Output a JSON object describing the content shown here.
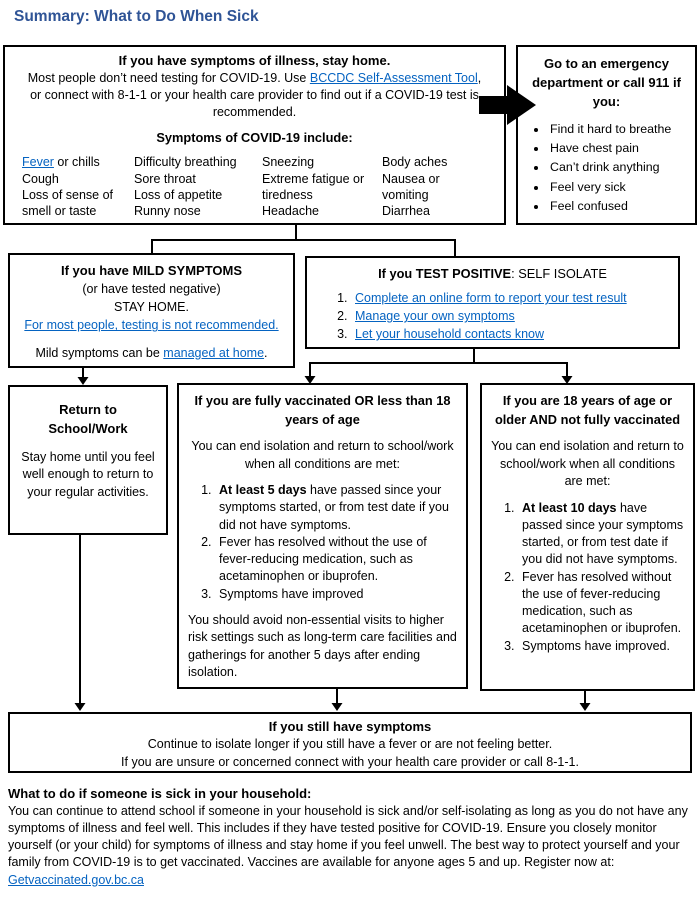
{
  "colors": {
    "title": "#2F5496",
    "link": "#0563C1",
    "border": "#000000"
  },
  "title": "Summary: What to Do When Sick",
  "main_box": {
    "heading": "If you have symptoms of illness, stay home.",
    "intro_pre": "Most people don’t need testing for COVID-19. Use ",
    "intro_link": "BCCDC Self-Assessment Tool",
    "intro_post": ", or connect with 8-1-1 or your health care provider to find out if a COVID-19 test is recommended.",
    "symptoms_heading": "Symptoms of COVID-19 include:",
    "symptoms": {
      "col1_item1_link": "Fever",
      "col1_item1_rest": " or chills",
      "col1": [
        "Cough",
        "Loss of sense of smell or taste"
      ],
      "col2": [
        "Difficulty breathing",
        "Sore throat",
        "Loss of appetite",
        "Runny nose"
      ],
      "col3": [
        "Sneezing",
        "Extreme fatigue or tiredness",
        "Headache"
      ],
      "col4": [
        "Body aches",
        "Nausea or vomiting",
        "Diarrhea"
      ]
    }
  },
  "emergency_box": {
    "heading": "Go to an emergency department or call 911 if you:",
    "bullets": [
      "Find it hard to breathe",
      "Have chest pain",
      "Can’t drink anything",
      "Feel very sick",
      "Feel confused"
    ]
  },
  "mild_box": {
    "heading": "If you have MILD SYMPTOMS",
    "line2": "(or have tested negative)",
    "line3": "STAY HOME.",
    "link_line": "For most people, testing is not recommended.",
    "last_pre": "Mild symptoms can be ",
    "last_link": "managed at home",
    "last_post": "."
  },
  "positive_box": {
    "heading_bold": "If you TEST POSITIVE",
    "heading_rest": ": SELF ISOLATE",
    "items": [
      "Complete an online form to report your test result",
      "Manage your own symptoms",
      "Let your household contacts know"
    ]
  },
  "return_box": {
    "heading_line1": "Return to",
    "heading_line2": "School/Work",
    "body": "Stay home until you feel well enough to return to your regular activities."
  },
  "vaccinated_box": {
    "heading": "If you are fully vaccinated OR less than 18 years of age",
    "intro": "You can end isolation and return to school/work when all conditions are met:",
    "item1_bold": "At least 5 days",
    "item1_rest": " have passed since your symptoms started, or from test date if you did not have symptoms.",
    "item2": "Fever has resolved without the use of fever-reducing medication, such as acetaminophen or ibuprofen.",
    "item3": "Symptoms have improved",
    "outro": "You should avoid non-essential visits to higher risk settings such as long-term care facilities and gatherings for another 5 days after ending isolation."
  },
  "unvaccinated_box": {
    "heading": "If you are 18 years of age or older AND not fully vaccinated",
    "intro": "You can end isolation and return to school/work when all conditions are met:",
    "item1_bold": "At least 10 days",
    "item1_rest": " have passed since your symptoms started, or from test date if you did not have symptoms.",
    "item2": "Fever has resolved without the use of fever-reducing medication, such as acetaminophen or ibuprofen.",
    "item3": "Symptoms have improved."
  },
  "still_box": {
    "heading": "If you still have symptoms",
    "line1": "Continue to isolate longer if you still have a fever or are not feeling better.",
    "line2": "If you are unsure or concerned connect with your health care provider or call 8-1-1."
  },
  "household": {
    "heading": "What to do if someone is sick in your household:",
    "body": "You can continue to attend school if someone in your household is sick and/or self-isolating as long as you do not have any symptoms of illness and feel well. This includes if they have tested positive for COVID-19. Ensure you closely monitor yourself (or your child) for symptoms of illness and stay home if you feel unwell. The best way to protect yourself and your family from COVID-19 is to get vaccinated. Vaccines are available for anyone ages 5 and up. Register now at:",
    "link": "Getvaccinated.gov.bc.ca"
  }
}
